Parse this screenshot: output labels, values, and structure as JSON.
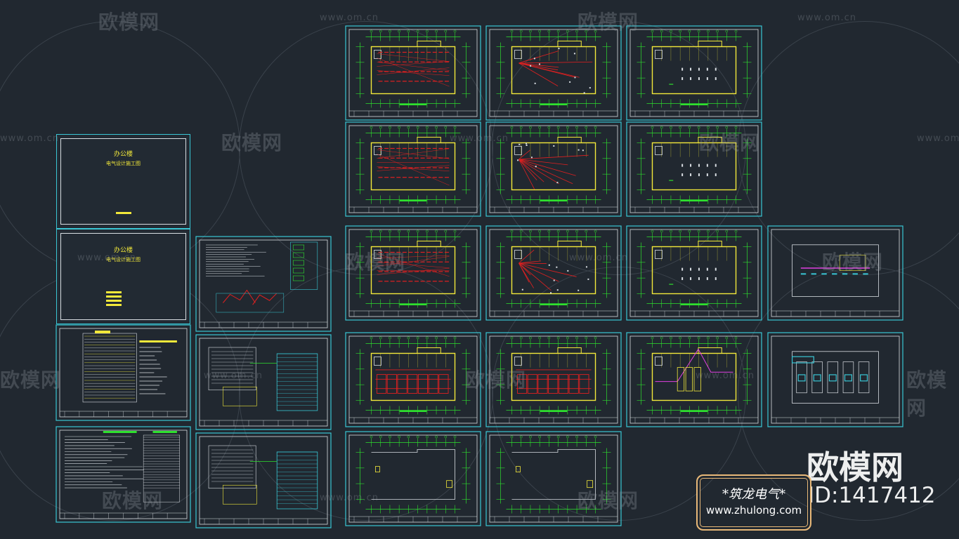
{
  "cover_sheet_1": {
    "title": "办公楼",
    "subtitle": "电气设计施工图"
  },
  "cover_sheet_2": {
    "title": "办公楼",
    "subtitle": "电气设计施工图"
  },
  "watermark": {
    "brand": "欧模网",
    "url": "www.om.cn"
  },
  "brand_block": {
    "logo_text": "欧模网",
    "id_text": "ID:1417412"
  },
  "stamp": {
    "name": "*筑龙电气*",
    "url": "www.zhulong.com"
  },
  "colors": {
    "background": "#212830",
    "sheet_border": "#39c6d4",
    "grid_green": "#2ee02e",
    "wall_yellow": "#f2e83a",
    "wire_red": "#e02020",
    "accent_magenta": "#e040e0",
    "stamp_border": "#e8b878"
  }
}
